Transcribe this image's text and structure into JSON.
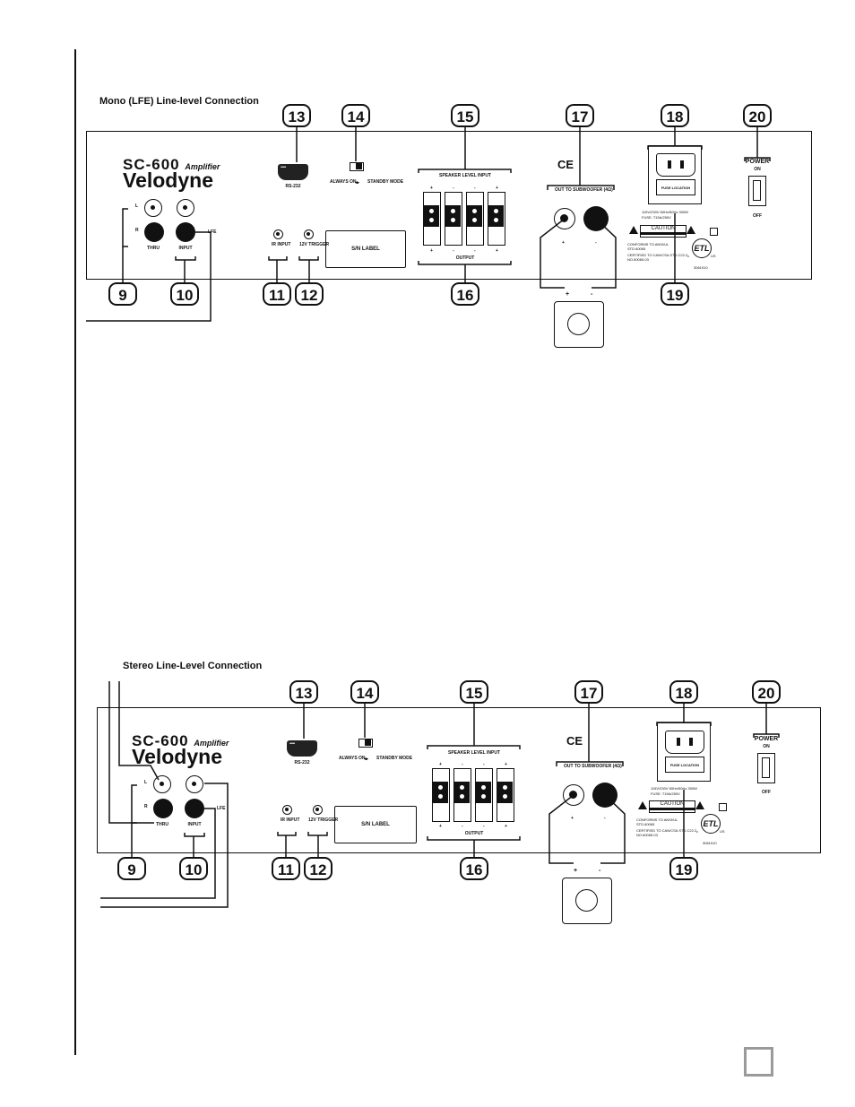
{
  "diagrams": [
    {
      "title": "Mono (LFE) Line-level Connection",
      "callouts": [
        "13",
        "14",
        "15",
        "17",
        "18",
        "20",
        "9",
        "10",
        "11",
        "12",
        "16",
        "19"
      ]
    },
    {
      "title": "Stereo Line-Level Connection",
      "callouts": [
        "13",
        "14",
        "15",
        "17",
        "18",
        "20",
        "9",
        "10",
        "11",
        "12",
        "16",
        "19"
      ]
    }
  ],
  "panel": {
    "model": "SC-600",
    "model_suffix": "Amplifier",
    "brand": "Velodyne",
    "jack_l": "L",
    "jack_r": "R",
    "thru": "THRU",
    "input": "INPUT",
    "lfe": "LFE",
    "rs232": "RS-232",
    "always_on": "ALWAYS ON",
    "standby_mode": "STANDBY MODE",
    "ir_input": "IR INPUT",
    "trigger": "12V TRIGGER",
    "sn_label": "S/N LABEL",
    "speaker_level_input": "SPEAKER LEVEL INPUT",
    "output": "OUTPUT",
    "plus": "+",
    "minus": "-",
    "ce": "CE",
    "out_to_sub": "OUT TO SUBWOOFER (4Ω)",
    "fuse_location": "FUSE LOCATION",
    "voltage_text": "115V/230V 60Hz/50Hz 300W",
    "fuse_text": "FUSE: T15A/250V",
    "caution": "CAUTION",
    "conforms": "CONFORMS TO ANSI/UL STD.60065",
    "certified": "CERTIFIED TO CAN/CSA STD.C22.2 NO.60065.03",
    "etl": "ETL",
    "etl_us": "US",
    "etl_c": "c",
    "etl_num": "3061910",
    "power": "POWER",
    "on": "ON",
    "off": "OFF"
  }
}
